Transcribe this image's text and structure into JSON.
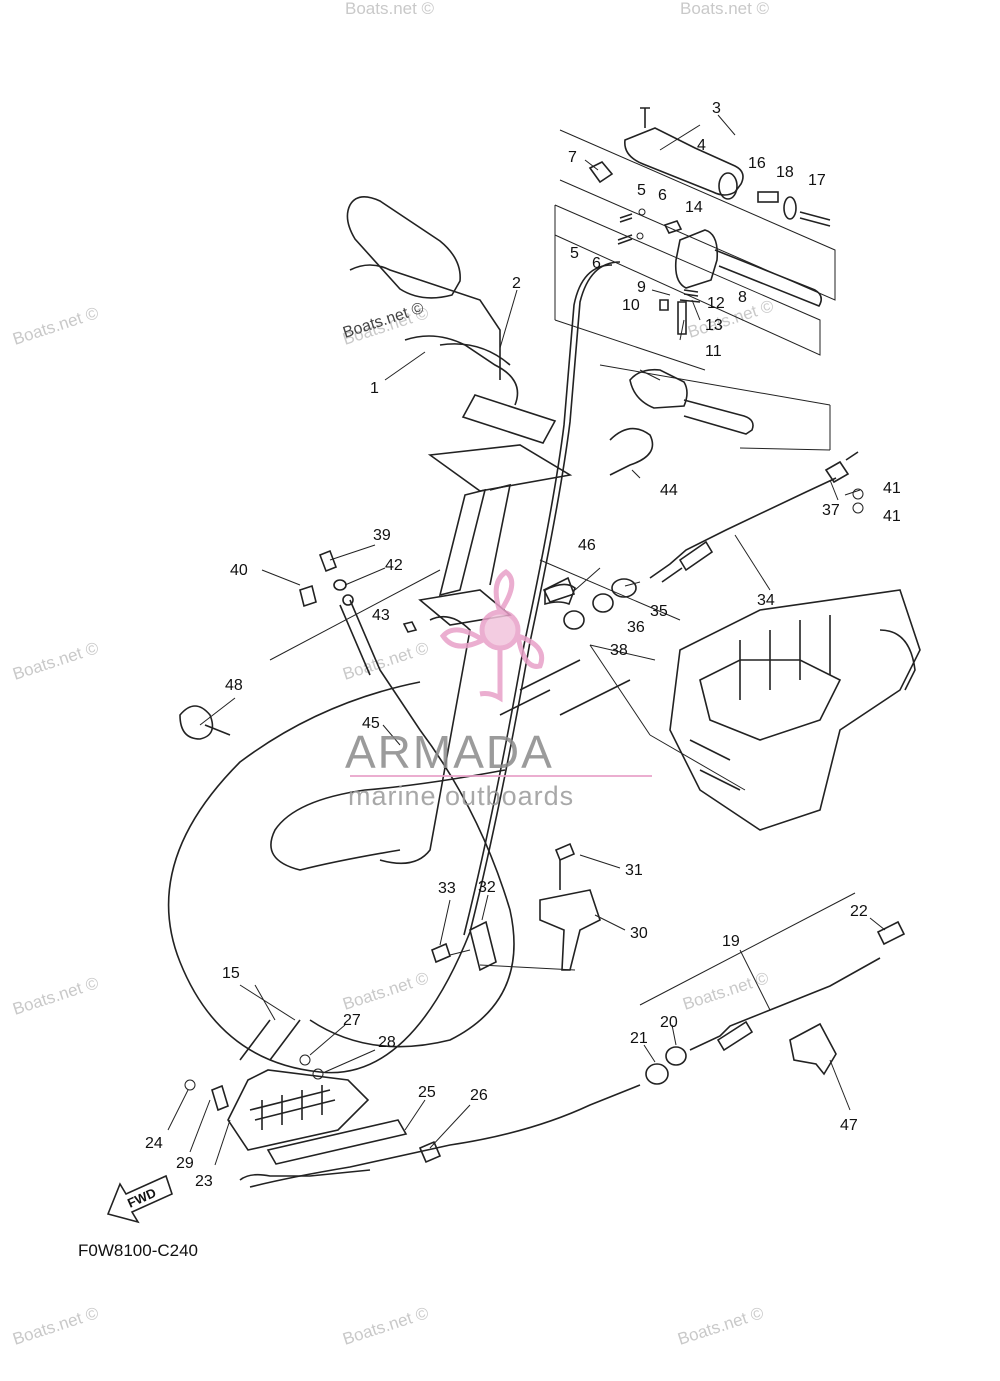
{
  "diagram": {
    "drawing_code": "F0W8100-C240",
    "fwd_label": "FWD",
    "callouts": [
      "1",
      "2",
      "3",
      "4",
      "5",
      "6",
      "7",
      "8",
      "9",
      "10",
      "11",
      "12",
      "13",
      "14",
      "15",
      "16",
      "17",
      "18",
      "19",
      "20",
      "21",
      "22",
      "23",
      "24",
      "25",
      "26",
      "27",
      "28",
      "29",
      "30",
      "31",
      "32",
      "33",
      "34",
      "35",
      "36",
      "37",
      "38",
      "39",
      "40",
      "41",
      "42",
      "43",
      "44",
      "45",
      "46",
      "47",
      "48"
    ]
  },
  "watermark": {
    "brand": "ARMADA",
    "tagline": "marine outboards",
    "site_text": "Boats.net ©"
  },
  "colors": {
    "line": "#222222",
    "watermark_gray": "#c9c9c9",
    "logo_pink": "#e8a0c8"
  }
}
